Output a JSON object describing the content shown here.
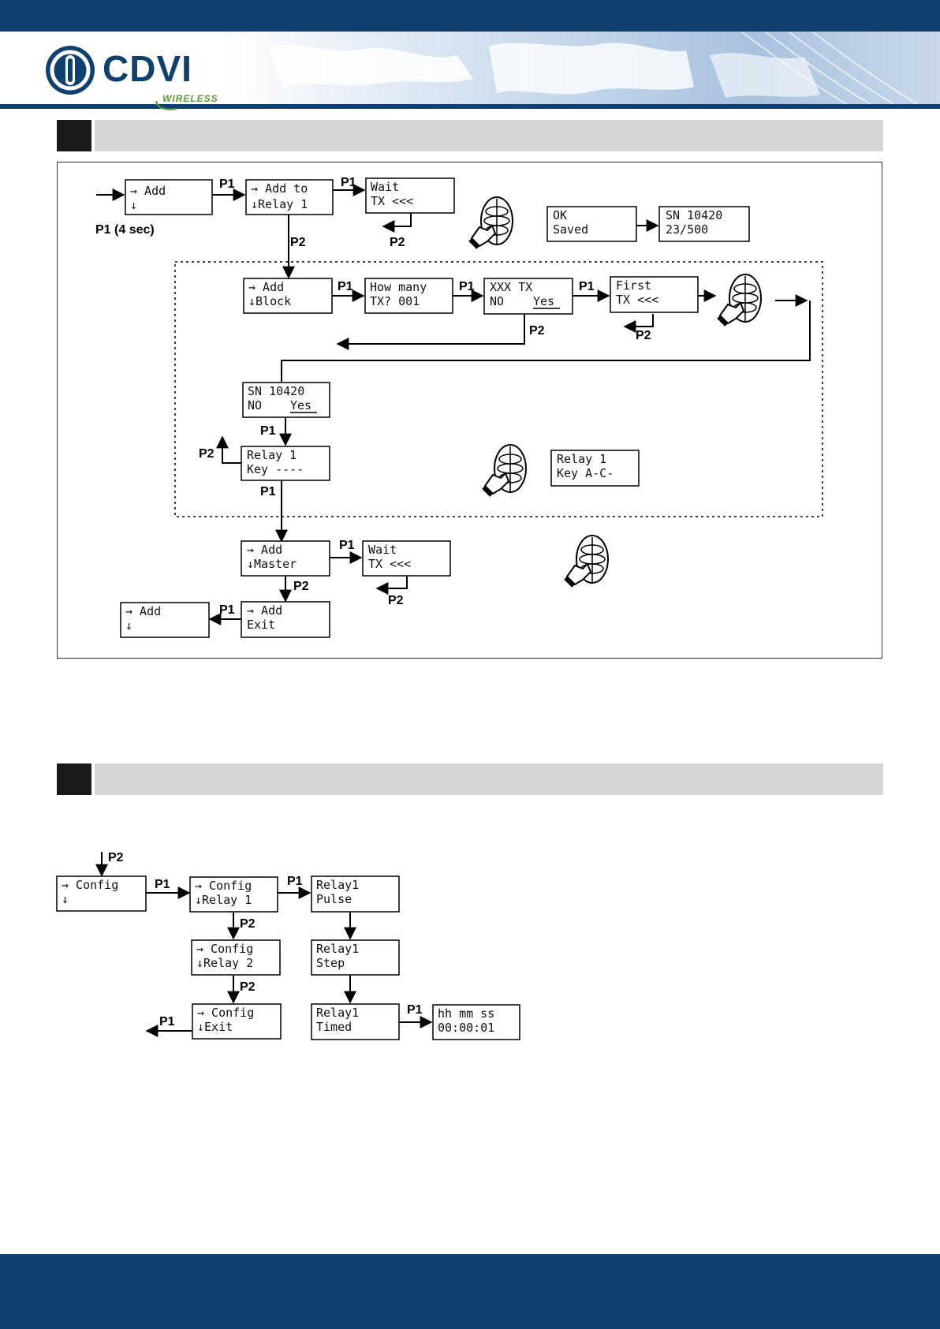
{
  "brand": {
    "logo_text": "CDVI",
    "logo_sub": "WIRELESS"
  },
  "colors": {
    "navy": "#10406f",
    "section_bar": "#d6d6d6",
    "section_block": "#1a1a1a",
    "wireless_green": "#5a9a3a"
  },
  "icons": [
    "remote-control-icon"
  ],
  "diagram1": {
    "labels": {
      "p1": "P1",
      "p2": "P2",
      "p1_hold": "P1 (4 sec)"
    },
    "screens": {
      "add_menu": [
        "→ Add",
        "↓"
      ],
      "add_to_relay": [
        "→ Add to",
        "↓Relay 1"
      ],
      "wait_tx": [
        "Wait",
        "TX <<<"
      ],
      "ok_saved": [
        "OK",
        "Saved"
      ],
      "sn_count": [
        "SN 10420",
        "23/500"
      ],
      "add_block": [
        "→ Add",
        "↓Block"
      ],
      "how_many": [
        "How many",
        "TX? 001"
      ],
      "xxx_tx": [
        "XXX  TX",
        "NO"
      ],
      "yes": "Yes",
      "first_tx": [
        "First",
        "TX <<<"
      ],
      "sn_confirm": [
        "SN 10420",
        "NO"
      ],
      "relay_key": [
        "Relay 1",
        "Key ----"
      ],
      "relay_key_set": [
        "Relay 1",
        "Key A-C-"
      ],
      "add_master": [
        "→ Add",
        "↓Master"
      ],
      "wait_tx_2": [
        "Wait",
        "TX <<<"
      ],
      "add_exit": [
        "→ Add",
        "Exit"
      ],
      "add_menu_2": [
        "→ Add",
        "↓"
      ]
    }
  },
  "diagram2": {
    "screens": {
      "config_menu": [
        "→ Config",
        "↓"
      ],
      "config_relay1": [
        "→ Config",
        "↓Relay 1"
      ],
      "relay1_pulse": [
        "Relay1",
        "Pulse"
      ],
      "config_relay2": [
        "→ Config",
        "↓Relay 2"
      ],
      "relay1_step": [
        "Relay1",
        "Step"
      ],
      "config_exit": [
        "→ Config",
        "↓Exit"
      ],
      "relay1_timed": [
        "Relay1",
        "Timed"
      ],
      "time_set": [
        "hh mm ss",
        "00:00:01"
      ]
    }
  }
}
